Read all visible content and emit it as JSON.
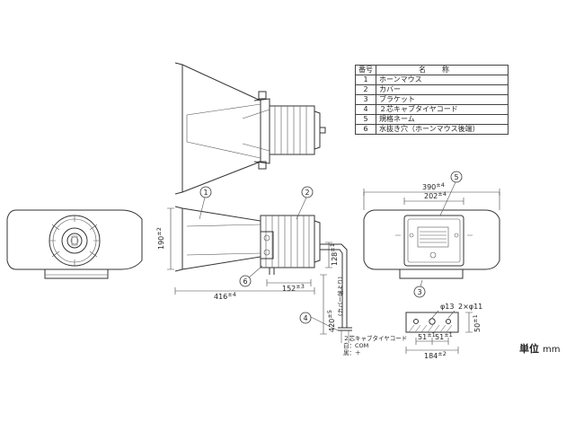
{
  "parts_table": {
    "header": {
      "number": "番号",
      "name": "名称"
    },
    "rows": [
      {
        "number": "1",
        "name": "ホーンマウス"
      },
      {
        "number": "2",
        "name": "カバー"
      },
      {
        "number": "3",
        "name": "ブラケット"
      },
      {
        "number": "4",
        "name": "２芯キャブタイヤコード"
      },
      {
        "number": "5",
        "name": "規格ネーム"
      },
      {
        "number": "6",
        "name": "水抜き穴（ホーンマウス後端）"
      }
    ]
  },
  "callouts": [
    "1",
    "2",
    "3",
    "4",
    "5",
    "6"
  ],
  "dimensions": {
    "overall_length": "416",
    "overall_length_tol": "±4",
    "front_height": "190",
    "front_height_tol": "±2",
    "bracket_offset": "152",
    "bracket_offset_tol": "±3",
    "rear_height": "128",
    "rear_height_tol": "±1",
    "cord_length": "420",
    "cord_length_tol": "±5",
    "cord_note": "(カバー端より)",
    "front_width": "390",
    "front_width_tol": "±4",
    "cover_width": "202",
    "cover_width_tol": "±4",
    "hole_single": "φ13",
    "hole_double": "2×φ11",
    "bracket_pitch_left": "51",
    "bracket_pitch_left_tol": "±1",
    "bracket_pitch_right": "51",
    "bracket_pitch_right_tol": "±1",
    "bracket_height": "50",
    "bracket_height_tol": "±1",
    "bracket_width": "184",
    "bracket_width_tol": "±2"
  },
  "cord_labels": {
    "title": "２芯キャブタイヤコード",
    "white": "白：COM",
    "black": "黒：＋"
  },
  "unit_label": {
    "label": "単位",
    "unit": "mm"
  }
}
